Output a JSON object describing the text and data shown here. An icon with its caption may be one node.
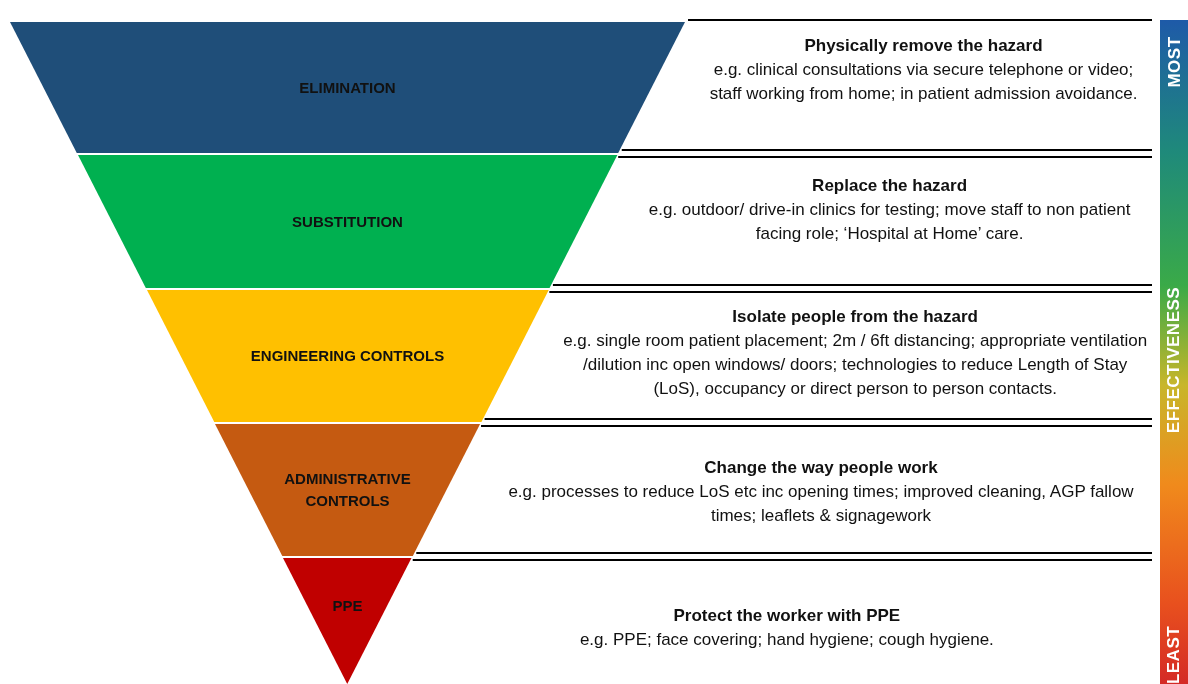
{
  "diagram": {
    "nodes": [
      {
        "text": [
          "ELIMINATION"
        ],
        "beside": [
          "Physically remove the hazard",
          "e.g. clinical consultations via secure telephone or video; staff working from home; in patient admission avoidance."
        ]
      },
      {
        "text": [
          "SUBSTITUTION"
        ],
        "beside": [
          "Replace the hazard",
          "e.g. outdoor/ drive-in clinics for testing; move staff to non patient facing role; ‘Hospital at Home’ care."
        ]
      },
      {
        "text": [
          "ENGINEERING CONTROLS"
        ],
        "beside": [
          "Isolate people from the hazard",
          "e.g. single room patient placement; 2m / 6ft distancing; appropriate ventilation /dilution inc open windows/ doors; technologies to reduce Length of Stay (LoS), occupancy or direct person to person contacts."
        ]
      },
      {
        "text": [
          "ADMINISTRATIVE CONTROLS"
        ],
        "beside": [
          "Change the way people work",
          "e.g. processes to reduce LoS etc inc opening times; improved cleaning, AGP fallow times; leaflets & signagework"
        ]
      },
      {
        "text": [
          "PPE"
        ],
        "beside": [
          "Protect the worker with PPE",
          "e.g. PPE; face covering; hand hygiene; cough hygiene."
        ]
      }
    ],
    "labels": [
      "MOST",
      "EFFECTIVENESS",
      "LEAST"
    ]
  }
}
